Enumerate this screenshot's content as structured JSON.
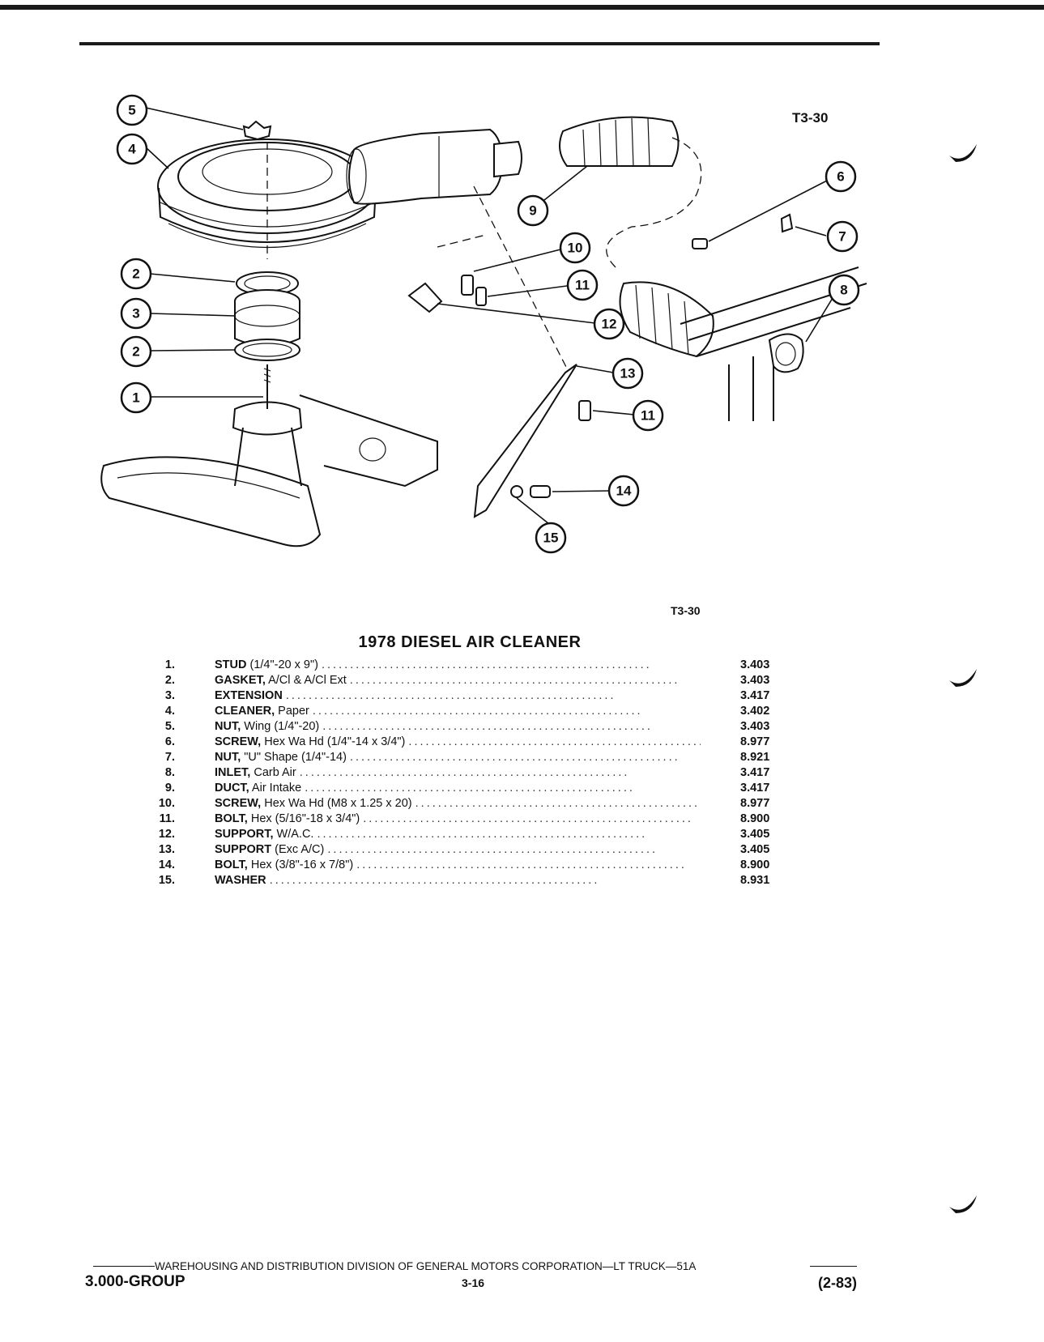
{
  "figure_tag": "T3-30",
  "title": "1978 DIESEL AIR CLEANER",
  "parts": [
    {
      "num": "1.",
      "name": "STUD",
      "desc": " (1/4\"-20 x 9\")",
      "ref": "3.403"
    },
    {
      "num": "2.",
      "name": "GASKET,",
      "desc": " A/Cl & A/Cl Ext",
      "ref": "3.403"
    },
    {
      "num": "3.",
      "name": "EXTENSION",
      "desc": "",
      "ref": "3.417"
    },
    {
      "num": "4.",
      "name": "CLEANER,",
      "desc": " Paper",
      "ref": "3.402"
    },
    {
      "num": "5.",
      "name": "NUT,",
      "desc": " Wing (1/4\"-20)",
      "ref": "3.403"
    },
    {
      "num": "6.",
      "name": "SCREW,",
      "desc": " Hex Wa Hd (1/4\"-14 x 3/4\")",
      "ref": "8.977"
    },
    {
      "num": "7.",
      "name": "NUT,",
      "desc": " \"U\" Shape (1/4\"-14)",
      "ref": "8.921"
    },
    {
      "num": "8.",
      "name": "INLET,",
      "desc": " Carb Air",
      "ref": "3.417"
    },
    {
      "num": "9.",
      "name": "DUCT,",
      "desc": " Air Intake",
      "ref": "3.417"
    },
    {
      "num": "10.",
      "name": "SCREW,",
      "desc": " Hex Wa Hd (M8 x 1.25 x 20)",
      "ref": "8.977"
    },
    {
      "num": "11.",
      "name": "BOLT,",
      "desc": " Hex (5/16\"-18 x 3/4\")",
      "ref": "8.900"
    },
    {
      "num": "12.",
      "name": "SUPPORT,",
      "desc": " W/A.C.",
      "ref": "3.405"
    },
    {
      "num": "13.",
      "name": "SUPPORT",
      "desc": " (Exc A/C)",
      "ref": "3.405"
    },
    {
      "num": "14.",
      "name": "BOLT,",
      "desc": " Hex (3/8\"-16 x 7/8\")",
      "ref": "8.900"
    },
    {
      "num": "15.",
      "name": "WASHER",
      "desc": "",
      "ref": "8.931"
    }
  ],
  "callouts": [
    "5",
    "4",
    "2",
    "3",
    "2",
    "1",
    "9",
    "10",
    "11",
    "12",
    "13",
    "11",
    "14",
    "15",
    "6",
    "7",
    "8"
  ],
  "footer": {
    "division": "WAREHOUSING AND DISTRIBUTION  DIVISION OF GENERAL MOTORS CORPORATION—LT TRUCK—51A",
    "group": "3.000-GROUP",
    "page": "3-16",
    "date": "(2-83)"
  }
}
